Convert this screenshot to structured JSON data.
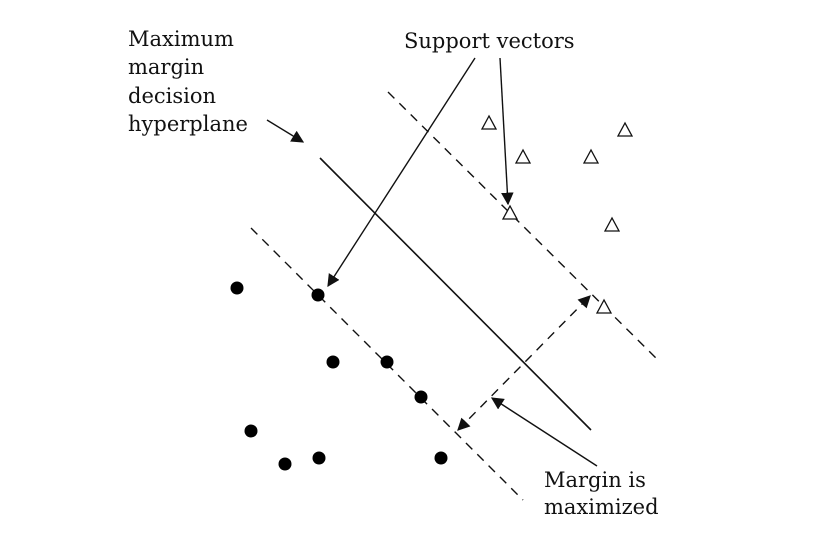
{
  "labels": {
    "hyperplane": [
      "Maximum",
      "margin",
      "decision",
      "hyperplane"
    ],
    "support_vectors": "Support vectors",
    "margin": [
      "Margin is",
      "maximized"
    ]
  },
  "colors": {
    "ink": "#111111",
    "background": "#ffffff"
  },
  "points": {
    "class_positive_symbol": "open-triangle",
    "class_negative_symbol": "filled-circle"
  }
}
